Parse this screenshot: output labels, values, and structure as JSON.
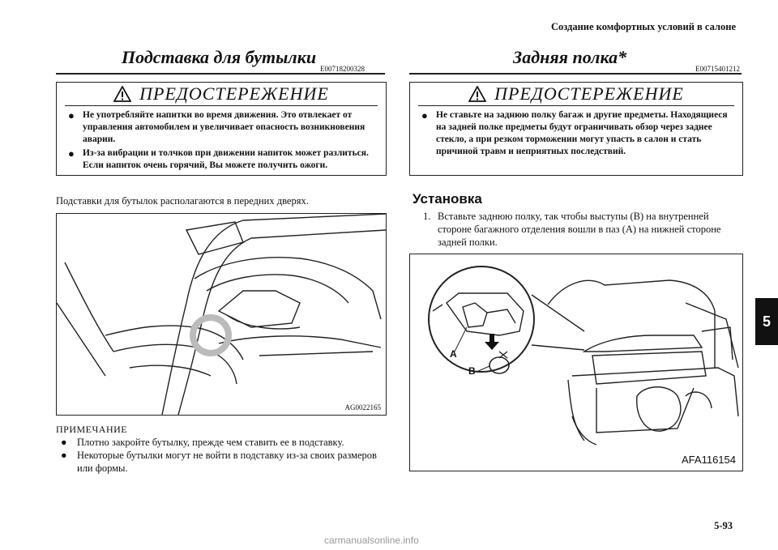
{
  "header": {
    "section_title": "Создание комфортных условий в салоне"
  },
  "left": {
    "title": "Подставка для бутылки",
    "code": "E00718200328",
    "warning": {
      "heading": "ПРЕДОСТЕРЕЖЕНИЕ",
      "items": [
        "Не употребляйте напитки во время движения. Это отвлекает от управления автомобилем и увеличивает опасность возникновения аварии.",
        "Из-за вибрации и толчков при движении напиток может разлиться. Если напиток очень горячий, Вы можете получить ожоги."
      ]
    },
    "intro": "Подставки для бутылок располагаются в передних дверях.",
    "figure_code": "AG0022165",
    "note": {
      "heading": "ПРИМЕЧАНИЕ",
      "items": [
        "Плотно закройте бутылку, прежде чем ставить ее в подставку.",
        "Некоторые бутылки могут не войти в подставку из-за своих размеров или формы."
      ]
    }
  },
  "right": {
    "title": "Задняя полка*",
    "code": "E00715401212",
    "warning": {
      "heading": "ПРЕДОСТЕРЕЖЕНИЕ",
      "items": [
        "Не ставьте на заднюю полку багаж и другие предметы. Находящиеся на задней полке предметы будут ограничивать обзор через заднее стекло, а при резком торможении могут упасть в салон и стать причиной травм и неприятных последствий."
      ]
    },
    "subheading": "Установка",
    "step": {
      "num": "1.",
      "text": "Вставьте заднюю полку, так чтобы выступы (B) на внутренней стороне багажного отделения вошли в паз (A) на нижней стороне задней полки."
    },
    "figure_code": "AFA116154",
    "label_a": "A",
    "label_b": "B"
  },
  "tab": "5",
  "footer": {
    "page": "5-93"
  },
  "watermark": "carmanualsonline.info"
}
